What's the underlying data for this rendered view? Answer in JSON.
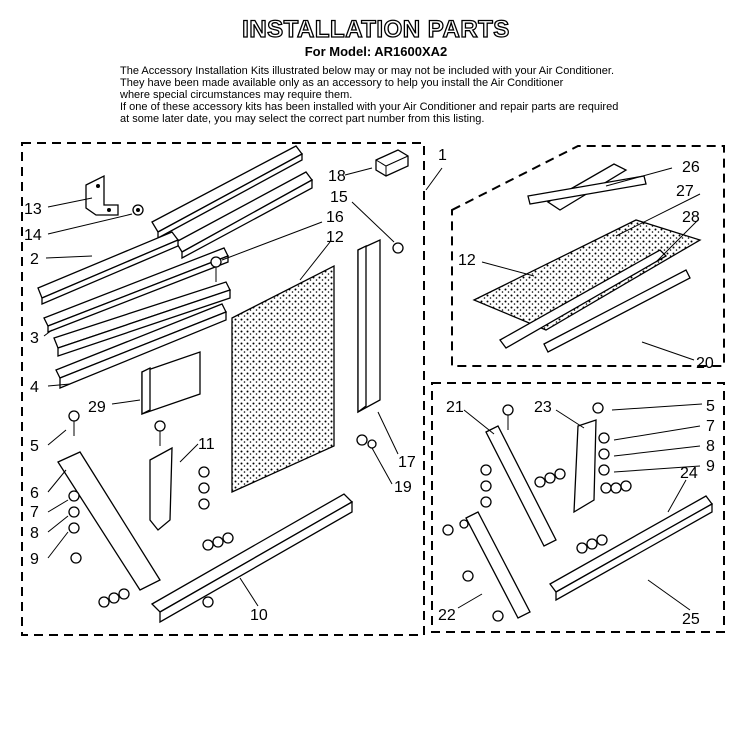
{
  "title": "INSTALLATION PARTS",
  "subtitle": "For Model: AR1600XA2",
  "notes": [
    "The Accessory Installation Kits illustrated below may or may not be included with your Air Conditioner.",
    "They have been made available only as an accessory to help you install the Air Conditioner",
    "where special circumstances may require them.",
    "If one of these accessory kits has been installed with your Air Conditioner and repair parts are required",
    "at some later date, you may select the correct part number from this listing."
  ],
  "callouts": {
    "c1": "1",
    "c2": "2",
    "c3": "3",
    "c4": "4",
    "c5a": "5",
    "c6": "6",
    "c7a": "7",
    "c8a": "8",
    "c9a": "9",
    "c10": "10",
    "c11": "11",
    "c12a": "12",
    "c13": "13",
    "c14": "14",
    "c15": "15",
    "c16": "16",
    "c17": "17",
    "c18": "18",
    "c19": "19",
    "c20": "20",
    "c21": "21",
    "c22": "22",
    "c23": "23",
    "c24": "24",
    "c25": "25",
    "c26": "26",
    "c27": "27",
    "c28": "28",
    "c29": "29",
    "c12b": "12",
    "c5b": "5",
    "c7b": "7",
    "c8b": "8",
    "c9b": "9"
  }
}
